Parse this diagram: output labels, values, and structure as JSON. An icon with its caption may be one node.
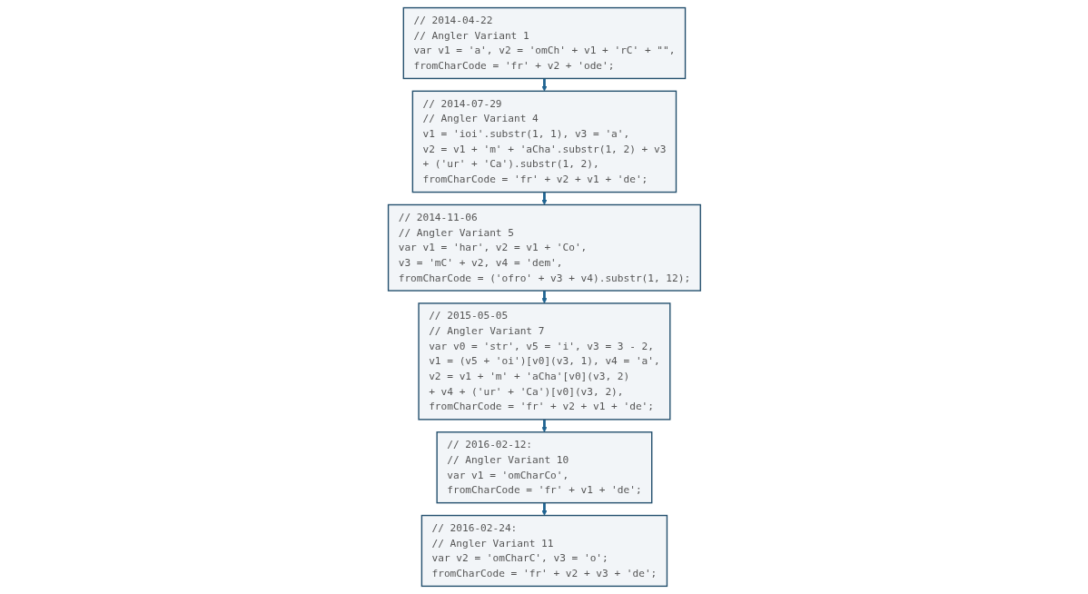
{
  "diagram": {
    "nodes": [
      {
        "text": [
          "// 2014-04-22",
          "// Angler Variant 1",
          "var v1 = 'a', v2 = 'omCh' + v1 + 'rC' + \"\",",
          "fromCharCode = 'fr' + v2 + 'ode';"
        ]
      },
      {
        "text": [
          "// 2014-07-29",
          "// Angler Variant 4",
          "v1 = 'ioi'.substr(1, 1), v3 = 'a',",
          "v2 = v1 + 'm' + 'aCha'.substr(1, 2) + v3",
          "+ ('ur' + 'Ca').substr(1, 2),",
          "fromCharCode = 'fr' + v2 + v1 + 'de';"
        ]
      },
      {
        "text": [
          "// 2014-11-06",
          "// Angler Variant 5",
          "var v1 = 'har', v2 = v1 + 'Co',",
          "v3 = 'mC' + v2, v4 = 'dem',",
          "fromCharCode = ('ofro' + v3 + v4).substr(1, 12);"
        ]
      },
      {
        "text": [
          "// 2015-05-05",
          "// Angler Variant 7",
          "var v0 = 'str', v5 = 'i', v3 = 3 - 2,",
          "v1 = (v5 + 'oi')[v0](v3, 1), v4 = 'a',",
          "v2 = v1 + 'm' + 'aCha'[v0](v3, 2)",
          "+ v4 + ('ur' + 'Ca')[v0](v3, 2),",
          "fromCharCode = 'fr' + v2 + v1 + 'de';"
        ]
      },
      {
        "text": [
          "// 2016-02-12:",
          "// Angler Variant 10",
          "var v1 = 'omCharCo',",
          "fromCharCode = 'fr' + v1 + 'de';"
        ]
      },
      {
        "text": [
          "// 2016-02-24:",
          "// Angler Variant 11",
          "var v2 = 'omCharC', v3 = 'o';",
          "fromCharCode = 'fr' + v2 + v3 + 'de';"
        ]
      }
    ],
    "edges": [
      {
        "from": 0,
        "to": 1,
        "arrow": "to"
      },
      {
        "from": 1,
        "to": 2,
        "arrow": "to"
      },
      {
        "from": 2,
        "to": 3,
        "arrow": "to"
      },
      {
        "from": 3,
        "to": 4,
        "arrow": "to"
      },
      {
        "from": 4,
        "to": 5,
        "arrow": "to"
      }
    ]
  }
}
